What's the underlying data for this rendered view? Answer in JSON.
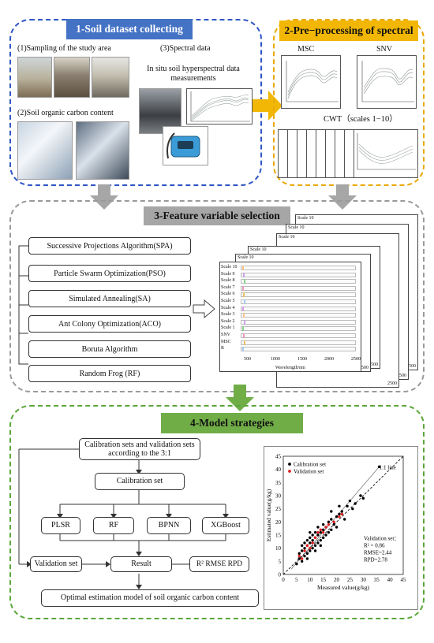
{
  "section1": {
    "title": "1-Soil dataset collecting",
    "sampling_label": "(1)Sampling of the study area",
    "soc_label": "(2)Soil organic carbon content",
    "spectral_label": "(3)Spectral data",
    "insitu_label": "In situ soil hyperspectral data measurements",
    "colors": {
      "border": "#2f56c6",
      "header": "#4472c4"
    }
  },
  "section2": {
    "title": "2-Pre−processing of spectral",
    "msc": "MSC",
    "snv": "SNV",
    "cwt": "CWT（scales 1−10）",
    "colors": {
      "border": "#e8a900",
      "header": "#f2b705"
    }
  },
  "section3": {
    "title": "3-Feature variable selection",
    "algorithms": [
      "Successive Projections Algorithm(SPA)",
      "Particle Swarm Optimization(PSO)",
      "Simulated Annealing(SA)",
      "Ant Colony Optimization(ACO)",
      "Boruta Algorithm",
      "Random Frog (RF)"
    ],
    "sheet_scale_label": "Scale 10",
    "sheet_axis_label": "2500",
    "front_rows": [
      "Scale 10",
      "Scale 9",
      "Scale 8",
      "Scale 7",
      "Scale 6",
      "Scale 5",
      "Scale 4",
      "Scale 3",
      "Scale 2",
      "Scale 1",
      "SNV",
      "MSC",
      "R"
    ],
    "front_ticks": [
      "500",
      "1000",
      "1500",
      "2000",
      "2500"
    ],
    "front_xlabel": "Wavelength/nm",
    "colors": {
      "border": "#9a9a9a",
      "header": "#a6a6a6"
    }
  },
  "section4": {
    "title": "4-Model strategies",
    "split": "Calibration sets and validation sets according to the 3:1",
    "calibration": "Calibration set",
    "models": [
      "PLSR",
      "RF",
      "BPNN",
      "XGBoost"
    ],
    "validation": "Validation set",
    "result": "Result",
    "metrics": "R²  RMSE  RPD",
    "optimal": "Optimal estimation model of soil organic carbon content",
    "colors": {
      "border": "#5aa73a",
      "header": "#70ad47"
    }
  },
  "chart_data": {
    "type": "scatter",
    "xlabel": "Measured value(g/kg)",
    "ylabel": "Estimated value(g/kg)",
    "xlim": [
      0,
      45
    ],
    "ylim": [
      0,
      45
    ],
    "xticks": [
      "0",
      "5",
      "10",
      "15",
      "20",
      "25",
      "30",
      "35",
      "40",
      "45"
    ],
    "yticks": [
      "0",
      "5",
      "10",
      "15",
      "20",
      "25",
      "30",
      "35",
      "40",
      "45"
    ],
    "legend": [
      "Calibration set",
      "Validation  set"
    ],
    "line_label": "1:1 line",
    "annotation": [
      "Validation set：",
      "R² = 0.86",
      "RMSE=2.44",
      "RPD=2.78"
    ],
    "series": [
      {
        "name": "Calibration set",
        "color": "#000000",
        "points": [
          [
            5,
            4
          ],
          [
            6,
            6
          ],
          [
            6,
            8
          ],
          [
            7,
            5
          ],
          [
            7,
            9
          ],
          [
            8,
            7
          ],
          [
            8,
            10
          ],
          [
            8,
            12
          ],
          [
            9,
            8
          ],
          [
            9,
            11
          ],
          [
            9,
            13
          ],
          [
            10,
            9
          ],
          [
            10,
            12
          ],
          [
            10,
            14
          ],
          [
            11,
            10
          ],
          [
            11,
            13
          ],
          [
            11,
            15
          ],
          [
            12,
            11
          ],
          [
            12,
            14
          ],
          [
            12,
            16
          ],
          [
            13,
            12
          ],
          [
            13,
            15
          ],
          [
            13,
            18
          ],
          [
            14,
            13
          ],
          [
            14,
            16
          ],
          [
            15,
            14
          ],
          [
            15,
            17
          ],
          [
            15,
            19
          ],
          [
            16,
            15
          ],
          [
            16,
            18
          ],
          [
            17,
            16
          ],
          [
            17,
            20
          ],
          [
            18,
            17
          ],
          [
            18,
            21
          ],
          [
            19,
            19
          ],
          [
            20,
            22
          ],
          [
            20,
            18
          ],
          [
            21,
            23
          ],
          [
            22,
            24
          ],
          [
            23,
            21
          ],
          [
            24,
            26
          ],
          [
            25,
            28
          ],
          [
            26,
            25
          ],
          [
            27,
            27
          ],
          [
            29,
            30
          ],
          [
            30,
            29
          ],
          [
            36,
            41
          ],
          [
            9,
            6
          ],
          [
            12,
            9
          ],
          [
            14,
            11
          ],
          [
            10,
            16
          ],
          [
            7,
            11
          ],
          [
            18,
            24
          ],
          [
            21,
            26
          ]
        ]
      },
      {
        "name": "Validation  set",
        "color": "#e02020",
        "points": [
          [
            6,
            7
          ],
          [
            8,
            9
          ],
          [
            9,
            11
          ],
          [
            11,
            12
          ],
          [
            12,
            14
          ],
          [
            13,
            16
          ],
          [
            15,
            16
          ],
          [
            17,
            19
          ],
          [
            19,
            20
          ],
          [
            21,
            22
          ],
          [
            22,
            23
          ],
          [
            7,
            6
          ],
          [
            10,
            10
          ],
          [
            14,
            17
          ],
          [
            16,
            18
          ]
        ]
      }
    ]
  }
}
